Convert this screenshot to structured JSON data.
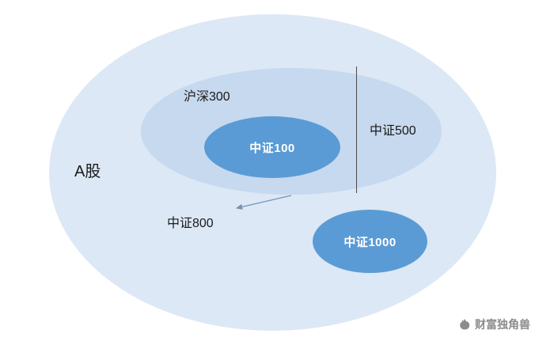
{
  "diagram": {
    "a_share_label": "A股",
    "hs300_label": "沪深300",
    "zz500_label": "中证500",
    "zz100_label": "中证100",
    "zz800_label": "中证800",
    "zz1000_label": "中证1000"
  },
  "watermark": {
    "text": "财富独角兽"
  },
  "colors": {
    "outer_ellipse": "#dce8f5",
    "middle_ellipse": "#c6d9ee",
    "solid_ellipse": "#5b9bd5",
    "divider_line": "#4a4a4a",
    "arrow": "#7191b8",
    "label_text": "#1a1a1a",
    "ellipse_text": "#ffffff",
    "watermark_text": "#8c8c8c"
  }
}
